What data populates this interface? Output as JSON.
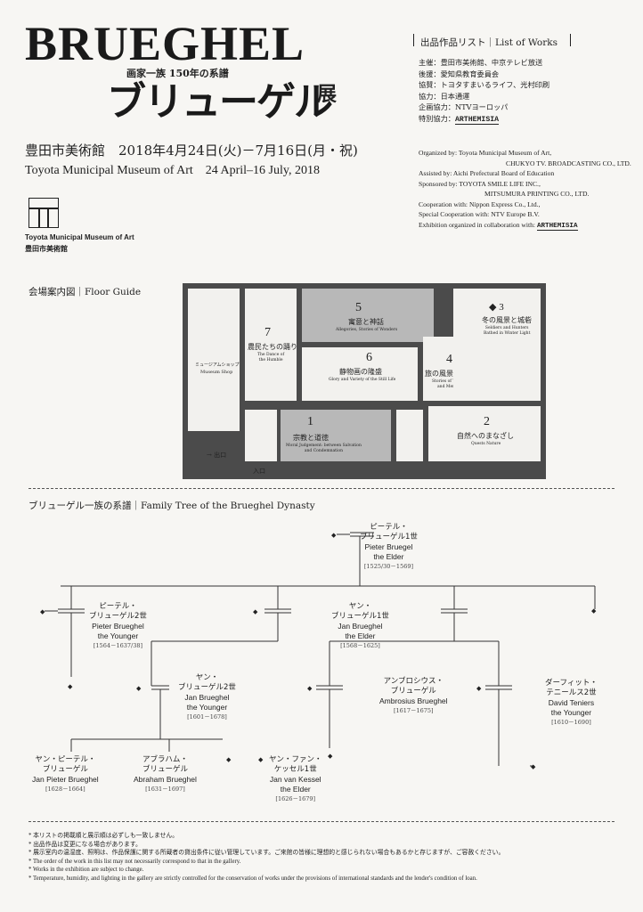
{
  "header": {
    "title_en": "BRUEGHEL",
    "title_jp": "ブリューゲル",
    "title_suffix": "展",
    "subtitle": "画家一族 150年の系譜",
    "venue_jp": "豊田市美術館　2018年4月24日(火)－7月16日(月・祝)",
    "venue_en": "Toyota Municipal Museum of Art　24 April–16 July, 2018",
    "logo_text_en": "Toyota Municipal Museum of Art",
    "logo_text_jp": "豊田市美術館"
  },
  "credits": {
    "heading": "出品作品リスト｜List of Works",
    "jp_lines": [
      "主催：豊田市美術館、中京テレビ放送",
      "後援：愛知県教育委員会",
      "協賛：トヨタすまいるライフ、光村印刷",
      "協力：日本通運",
      "企画協力：NTVヨーロッパ",
      "特別協力："
    ],
    "jp_special": "ARTHEMISIA",
    "en_lines": [
      "Organized by: Toyota Municipal Museum of Art,",
      "CHUKYO TV. BROADCASTING CO., LTD.",
      "Assisted by: Aichi Prefectural Board of Education",
      "Sponsored by: TOYOTA SMILE LIFE INC.,",
      "MITSUMURA PRINTING CO., LTD.",
      "Cooperation with: Nippon Express Co., Ltd.,",
      "Special Cooperation with: NTV Europe B.V.",
      "Exhibition organized in collaboration with: "
    ],
    "en_special": "ARTHEMISIA"
  },
  "floor_guide": {
    "heading": "会場案内図｜Floor Guide",
    "rooms": [
      {
        "num": "1",
        "jp": "宗教と道徳",
        "en": "Moral Judgement: between Salvation\nand Condemnation"
      },
      {
        "num": "2",
        "jp": "自然へのまなざし",
        "en": "Quests Nature"
      },
      {
        "num": "3",
        "jp": "冬の風景と城砦",
        "en": "Seldiers and Hunters\nBathed in Winter Light"
      },
      {
        "num": "4",
        "jp": "旅の風景と物語",
        "en": "Stories of Travellers\nand Merchants"
      },
      {
        "num": "5",
        "jp": "寓意と神話",
        "en": "Allegories, Stories of Wonders"
      },
      {
        "num": "6",
        "jp": "静物画の隆盛",
        "en": "Glory and Variety of the Still Life"
      },
      {
        "num": "7",
        "jp": "農民たちの踊り",
        "en": "The Dance of\nthe Humble"
      }
    ],
    "shop_jp": "ミュージアムショップ",
    "shop_en": "Museum Shop",
    "exit": "出口",
    "entrance": "入口"
  },
  "family_tree": {
    "heading": "ブリューゲル一族の系譜｜Family Tree of the Brueghel Dynasty",
    "people": [
      {
        "jp1": "ピーテル・",
        "jp2": "ブリューゲル1世",
        "en1": "Pieter Bruegel",
        "en2": "the Elder",
        "years": "[1525/30－1569]"
      },
      {
        "jp1": "ピーテル・",
        "jp2": "ブリューゲル2世",
        "en1": "Pieter Brueghel",
        "en2": "the Younger",
        "years": "[1564－1637/38]"
      },
      {
        "jp1": "ヤン・",
        "jp2": "ブリューゲル1世",
        "en1": "Jan Brueghel",
        "en2": "the Elder",
        "years": "[1568－1625]"
      },
      {
        "jp1": "ヤン・",
        "jp2": "ブリューゲル2世",
        "en1": "Jan Brueghel",
        "en2": "the Younger",
        "years": "[1601－1678]"
      },
      {
        "jp1": "アンブロシウス・",
        "jp2": "ブリューゲル",
        "en1": "Ambrosius Brueghel",
        "en2": "",
        "years": "[1617－1675]"
      },
      {
        "jp1": "ダーフィット・",
        "jp2": "テニールス2世",
        "en1": "David Teniers",
        "en2": "the Younger",
        "years": "[1610－1690]"
      },
      {
        "jp1": "ヤン・ピーテル・",
        "jp2": "ブリューゲル",
        "en1": "Jan Pieter Brueghel",
        "en2": "",
        "years": "[1628－1664]"
      },
      {
        "jp1": "アブラハム・",
        "jp2": "ブリューゲル",
        "en1": "Abraham Brueghel",
        "en2": "",
        "years": "[1631－1697]"
      },
      {
        "jp1": "ヤン・ファン・",
        "jp2": "ケッセル1世",
        "en1": "Jan van Kessel",
        "en2": "the Elder",
        "years": "[1626－1679]"
      }
    ]
  },
  "notes": [
    "本リストの掲載順と展示順は必ずしも一致しません。",
    "出品作品は変更になる場合があります。",
    "展示室内の温湿度、照明は、作品保護に関する所蔵者の貸出条件に従い管理しています。ご来館の皆様に理想的と感じられない場合もあるかと存じますが、ご容赦ください。",
    "The order of the work in this list may not necessarily correspond to that in the gallery.",
    "Works in the exhibition are subject to change.",
    "Temperature, humidity, and lighting in the gallery are strictly controlled for the conservation of works under the provisions of international standards and the lender's condition of loan."
  ]
}
